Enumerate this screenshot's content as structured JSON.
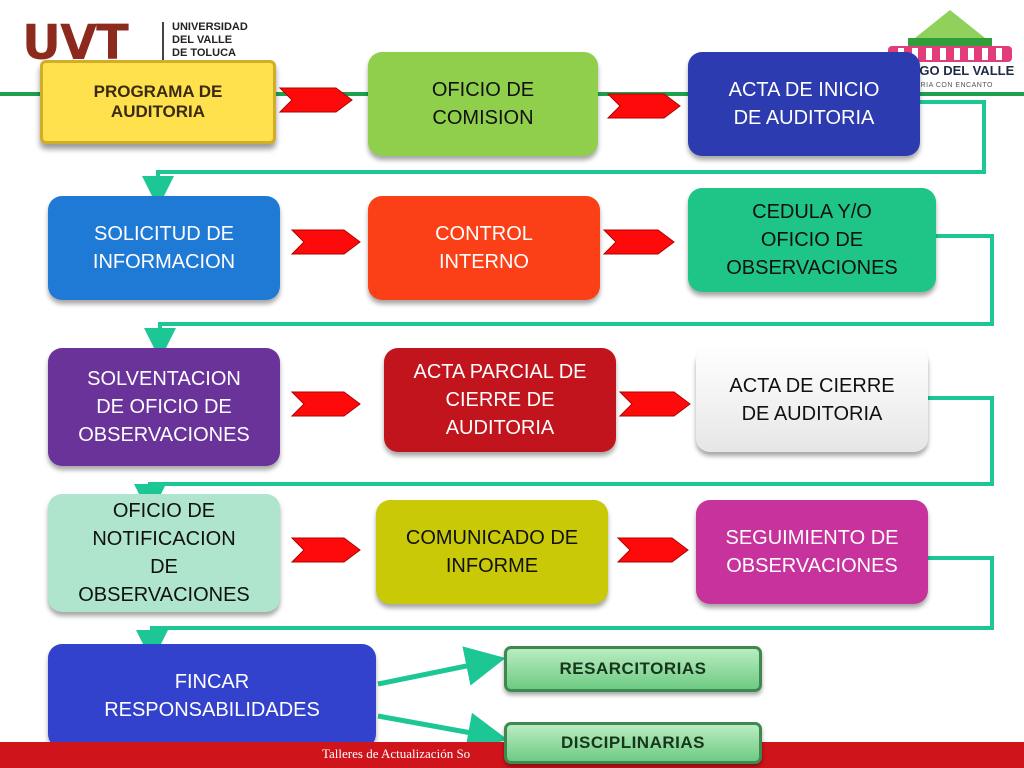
{
  "logos": {
    "uvt_mark": "UVT",
    "uvt_name": "UNIVERSIDAD\nDEL VALLE\nDE TOLUCA",
    "ayto_name": "NGO DEL VALLE",
    "ayto_slogan": "TORIA CON ENCANTO"
  },
  "steps": [
    {
      "id": "programa",
      "label": "PROGRAMA DE\nAUDITORIA",
      "color": "#ffe14d"
    },
    {
      "id": "oficio-comision",
      "label": "OFICIO DE\nCOMISION",
      "color": "#8fcf4c"
    },
    {
      "id": "acta-inicio",
      "label": "ACTA DE INICIO\nDE AUDITORIA",
      "color": "#2d3bb0"
    },
    {
      "id": "solicitud",
      "label": "SOLICITUD DE\nINFORMACION",
      "color": "#1f7ad6"
    },
    {
      "id": "control-interno",
      "label": "CONTROL\nINTERNO",
      "color": "#fb3f17"
    },
    {
      "id": "cedula",
      "label": "CEDULA  Y/O\nOFICIO DE\nOBSERVACIONES",
      "color": "#1fc586"
    },
    {
      "id": "solventacion",
      "label": "SOLVENTACION\nDE OFICIO DE\nOBSERVACIONES",
      "color": "#6a3399"
    },
    {
      "id": "acta-parcial",
      "label": "ACTA PARCIAL DE\nCIERRE DE\nAUDITORIA",
      "color": "#c2141d"
    },
    {
      "id": "acta-cierre",
      "label": "ACTA  DE CIERRE\nDE AUDITORIA",
      "color": "#f7f7f7"
    },
    {
      "id": "notificacion",
      "label": "OFICIO DE\nNOTIFICACION\nDE\nOBSERVACIONES",
      "color": "#aee5cc"
    },
    {
      "id": "comunicado",
      "label": "COMUNICADO DE\nINFORME",
      "color": "#c9c908"
    },
    {
      "id": "seguimiento",
      "label": "SEGUIMIENTO DE\nOBSERVACIONES",
      "color": "#c7329d"
    },
    {
      "id": "fincar",
      "label": "FINCAR\nRESPONSABILIDADES",
      "color": "#3242cc"
    }
  ],
  "outcomes": [
    {
      "id": "resarcitorias",
      "label": "RESARCITORIAS"
    },
    {
      "id": "disciplinarias",
      "label": "DISCIPLINARIAS"
    }
  ],
  "footer": "Talleres de Actualización So",
  "colors": {
    "arrow": "#ff0a0a",
    "connector": "#1dc795",
    "footer": "#d0141b"
  }
}
